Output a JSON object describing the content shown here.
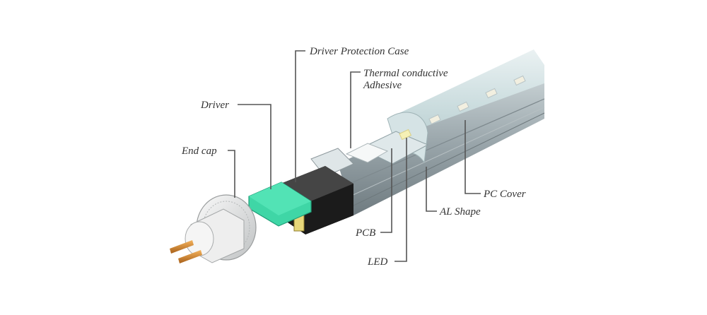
{
  "labels": {
    "driver_protection_case": "Driver Protection Case",
    "thermal_line1": "Thermal conductive",
    "thermal_line2": "Adhesive",
    "driver": "Driver",
    "end_cap": "End cap",
    "pc_cover": "PC Cover",
    "al_shape": "AL Shape",
    "pcb": "PCB",
    "led": "LED"
  },
  "colors": {
    "label_text": "#333333",
    "leader_line": "#555555",
    "driver_board": "#3fd6a6",
    "driver_case": "#2a2a2a",
    "aluminium": "#9aa7ac",
    "pc_cover": "#cfe1e3",
    "led_chip": "#f2efc7",
    "pins": "#d98a2b",
    "end_cap": "#e9eaea"
  }
}
